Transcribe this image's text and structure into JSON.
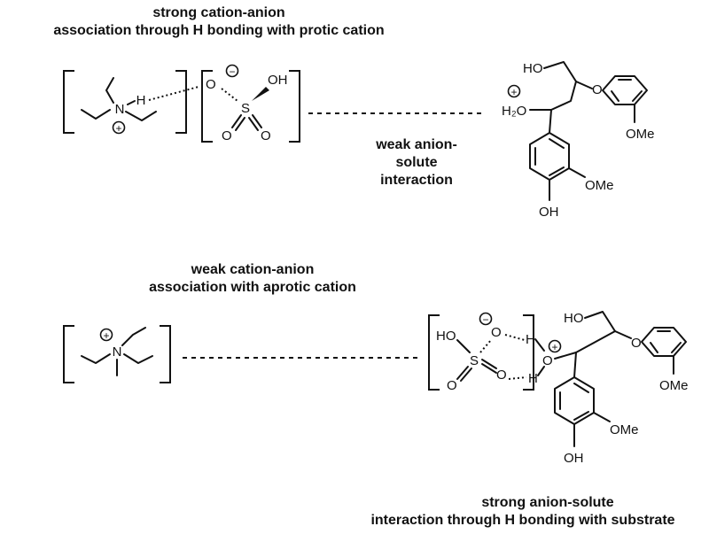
{
  "captions": {
    "top_line1": "strong cation-anion",
    "top_line2": "association through H bonding with protic cation",
    "mid_line1": "weak anion-",
    "mid_line2": "solute",
    "mid_line3": "interaction",
    "low_line1": "weak cation-anion",
    "low_line2": "association with aprotic cation",
    "bot_line1": "strong anion-solute",
    "bot_line2": "interaction through H bonding with substrate"
  },
  "atoms": {
    "N": "N",
    "H": "H",
    "O": "O",
    "S": "S",
    "OH": "OH",
    "HO": "HO",
    "H2O": "H₂O",
    "OMe": "OMe",
    "plus": "+",
    "minus": "−"
  }
}
